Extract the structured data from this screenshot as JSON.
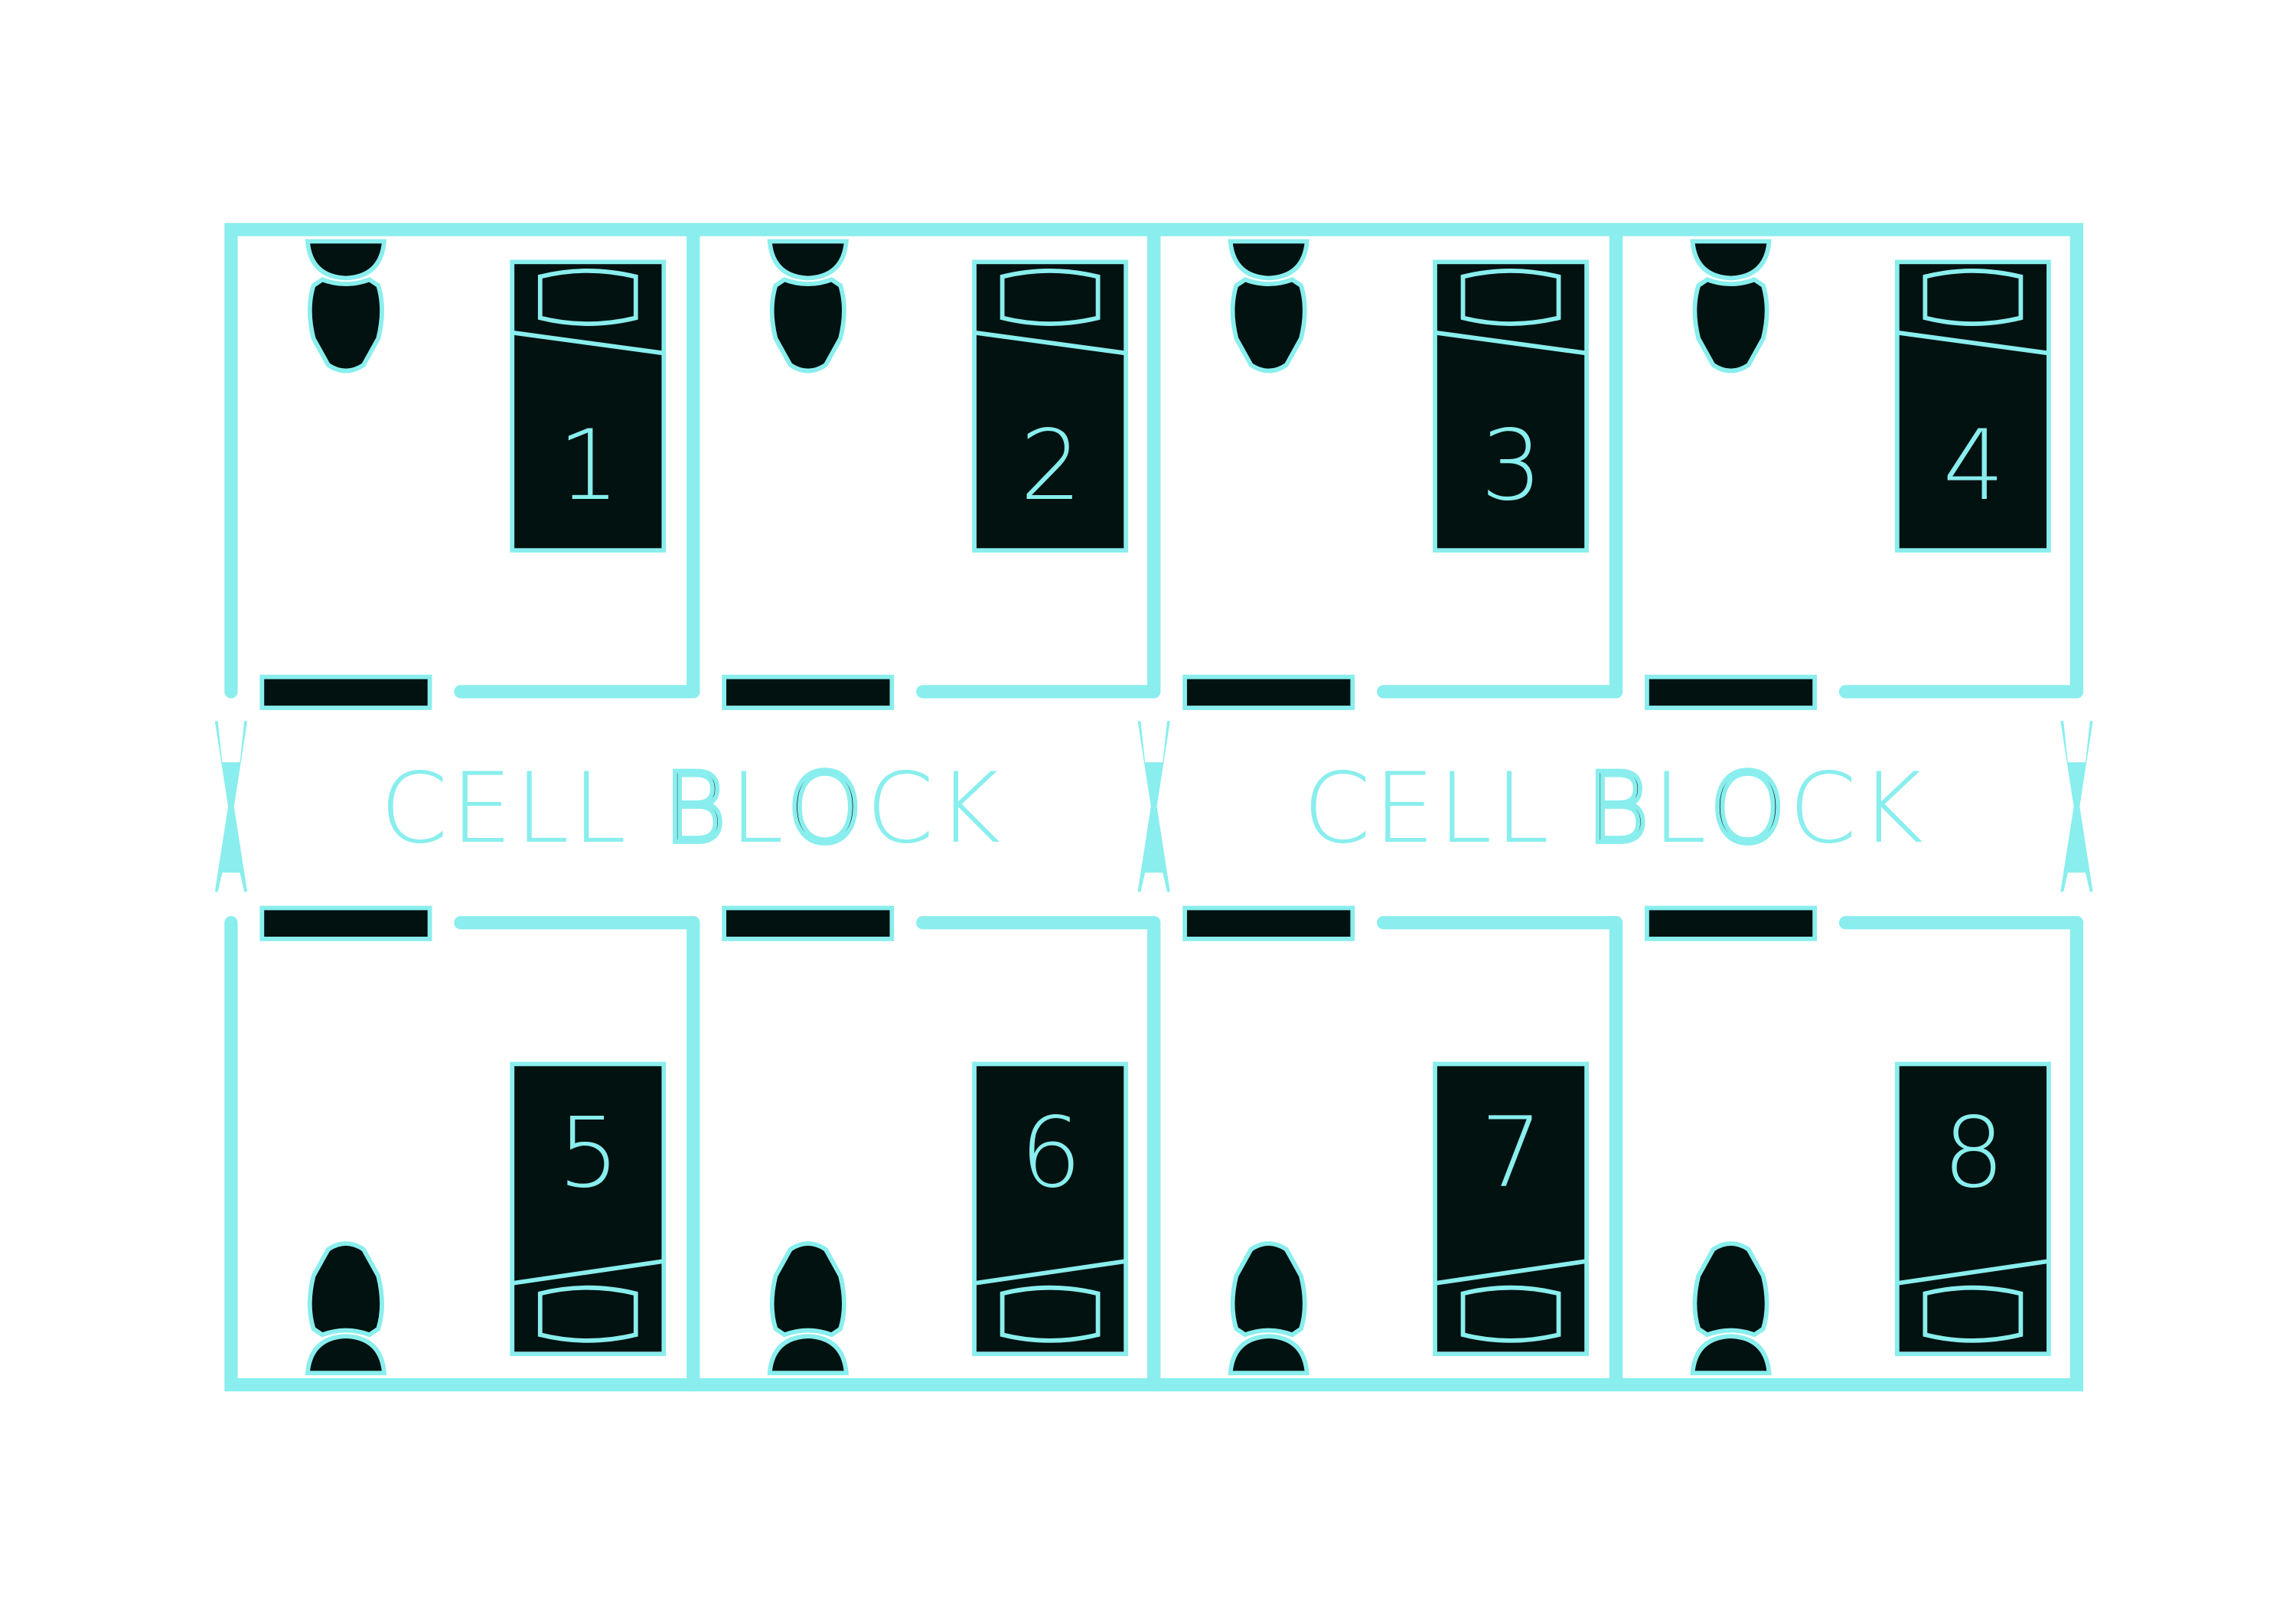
{
  "colors": {
    "wall": "#89eeed",
    "fill": "#021211",
    "background": "#ffffff"
  },
  "corridor_labels": [
    "CELL BLOCK",
    "CELL BLOCK"
  ],
  "cells": [
    {
      "number": "1",
      "row": "top"
    },
    {
      "number": "2",
      "row": "top"
    },
    {
      "number": "3",
      "row": "top"
    },
    {
      "number": "4",
      "row": "top"
    },
    {
      "number": "5",
      "row": "bottom"
    },
    {
      "number": "6",
      "row": "bottom"
    },
    {
      "number": "7",
      "row": "bottom"
    },
    {
      "number": "8",
      "row": "bottom"
    }
  ]
}
